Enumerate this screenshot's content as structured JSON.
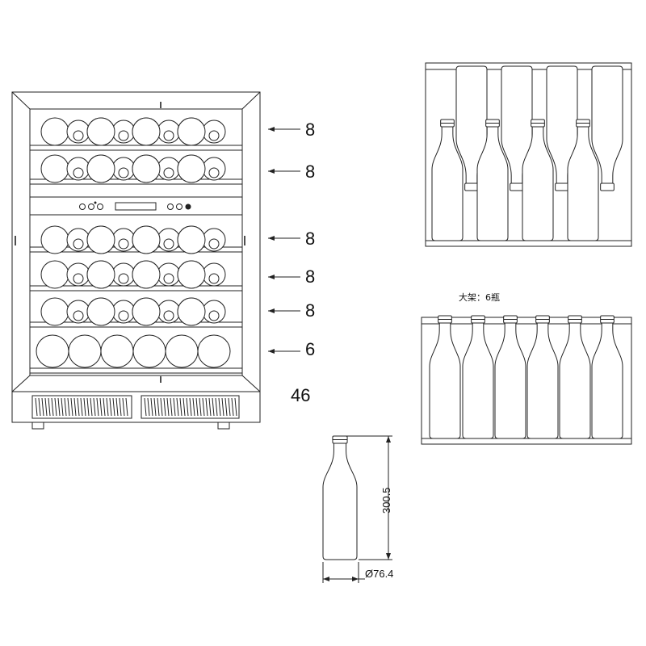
{
  "fridge": {
    "rows": [
      {
        "count": "8"
      },
      {
        "count": "8"
      },
      {
        "count": "8"
      },
      {
        "count": "8"
      },
      {
        "count": "8"
      },
      {
        "count": "6"
      }
    ],
    "total": "46"
  },
  "large_shelf_label": "大架：6瓶",
  "bottle_dimensions": {
    "height": "300.5",
    "diameter": "Ø76.4"
  }
}
